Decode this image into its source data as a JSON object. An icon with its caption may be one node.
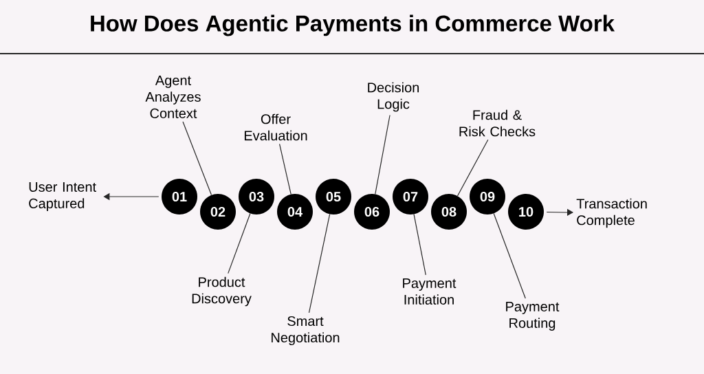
{
  "diagram": {
    "title": "How Does Agentic Payments in Commerce Work",
    "nodes": [
      {
        "text": [
          "01"
        ]
      },
      {
        "text": [
          "02"
        ]
      },
      {
        "text": [
          "03"
        ]
      },
      {
        "text": [
          "04"
        ]
      },
      {
        "text": [
          "05"
        ]
      },
      {
        "text": [
          "06"
        ]
      },
      {
        "text": [
          "07"
        ]
      },
      {
        "text": [
          "08"
        ]
      },
      {
        "text": [
          "09"
        ]
      },
      {
        "text": [
          "10"
        ]
      },
      {
        "text": [
          "User Intent Captured"
        ]
      },
      {
        "text": [
          "Agent Analyzes Context"
        ]
      },
      {
        "text": [
          "Offer Evaluation"
        ]
      },
      {
        "text": [
          "Decision Logic"
        ]
      },
      {
        "text": [
          "Fraud & Risk Checks"
        ]
      },
      {
        "text": [
          "Product Discovery"
        ]
      },
      {
        "text": [
          "Smart Negotiation"
        ]
      },
      {
        "text": [
          "Payment Initiation"
        ]
      },
      {
        "text": [
          "Payment Routing"
        ]
      },
      {
        "text": [
          "Transaction Complete"
        ]
      }
    ],
    "edges": [
      {
        "from": 0,
        "to": 10,
        "arrow": "to"
      },
      {
        "from": 11,
        "to": 1,
        "arrow": "none"
      },
      {
        "from": 12,
        "to": 3,
        "arrow": "none"
      },
      {
        "from": 13,
        "to": 5,
        "arrow": "none"
      },
      {
        "from": 14,
        "to": 7,
        "arrow": "none"
      },
      {
        "from": 15,
        "to": 2,
        "arrow": "none"
      },
      {
        "from": 16,
        "to": 4,
        "arrow": "none"
      },
      {
        "from": 17,
        "to": 6,
        "arrow": "none"
      },
      {
        "from": 18,
        "to": 8,
        "arrow": "none"
      },
      {
        "from": 9,
        "to": 19,
        "arrow": "to"
      }
    ]
  }
}
